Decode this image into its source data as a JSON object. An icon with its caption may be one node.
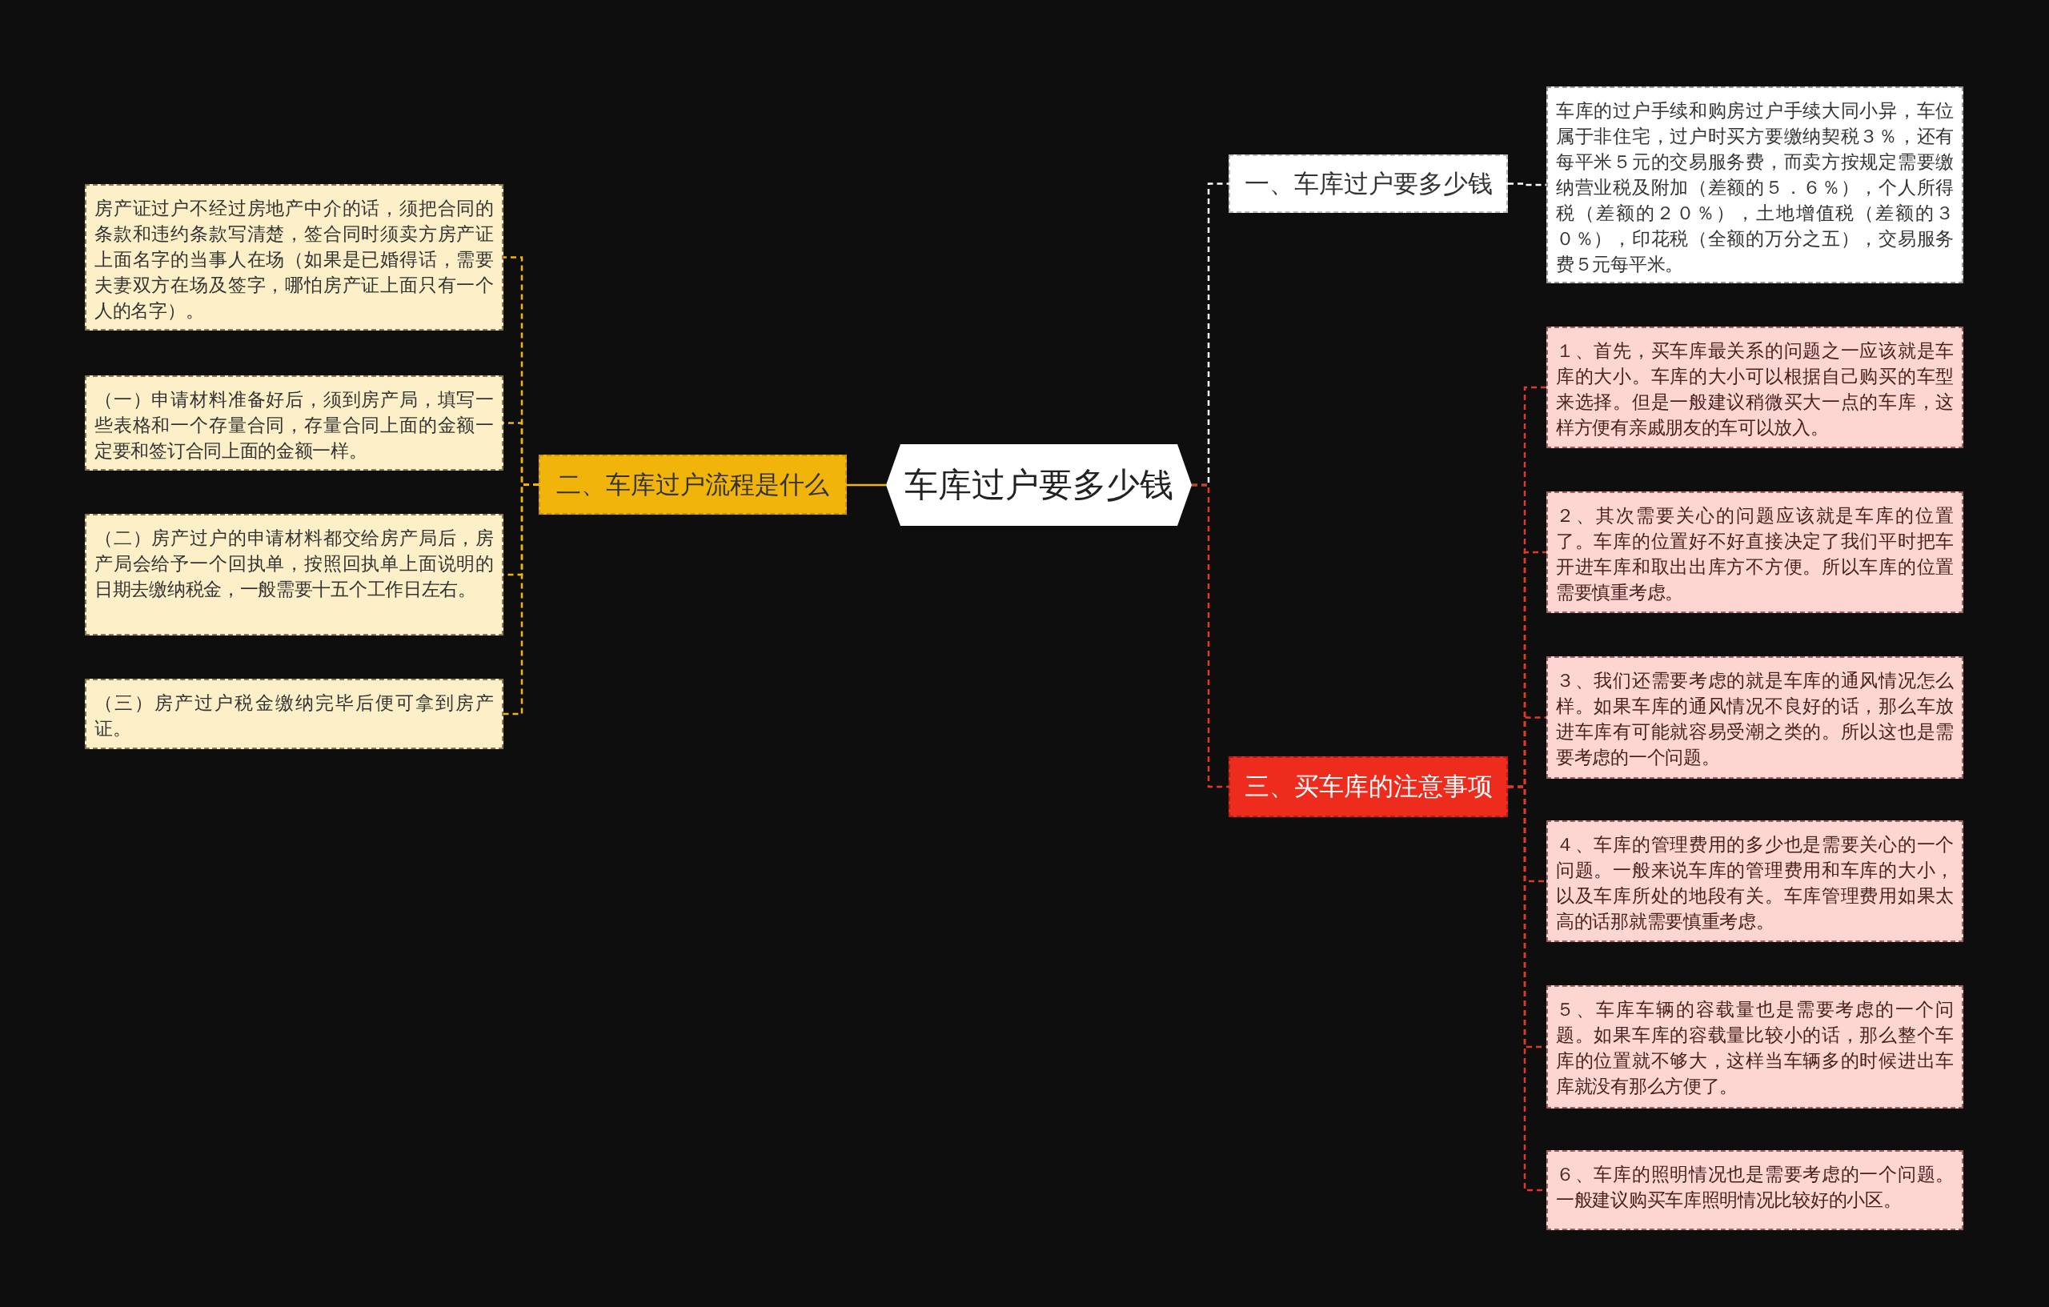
{
  "diagram": {
    "nodes": [
      {
        "text": [
          "车库过户要多少钱"
        ]
      },
      {
        "text": [
          "一、车库过户要多少钱"
        ]
      },
      {
        "text": [
          "车库的过户手续和购房过户手续大同小异，车位属于非住宅，过户时买方要缴纳契税３％，还有每平米５元的交易服务费，而卖方按规定需要缴纳营业税及附加（差额的５．６％），个人所得税（差额的２０％），土地增值税（差额的３０％），印花税（全额的万分之五），交易服务费５元每平米。"
        ]
      },
      {
        "text": [
          "二、车库过户流程是什么"
        ]
      },
      {
        "text": [
          "房产证过户不经过房地产中介的话，须把合同的条款和违约条款写清楚，签合同时须卖方房产证上面名字的当事人在场（如果是已婚得话，需要夫妻双方在场及签字，哪怕房产证上面只有一个人的名字）。"
        ]
      },
      {
        "text": [
          "（一）申请材料准备好后，须到房产局，填写一些表格和一个存量合同，存量合同上面的金额一定要和签订合同上面的金额一样。"
        ]
      },
      {
        "text": [
          "（二）房产过户的申请材料都交给房产局后，房产局会给予一个回执单，按照回执单上面说明的日期去缴纳税金，一般需要十五个工作日左右。"
        ]
      },
      {
        "text": [
          "（三）房产过户税金缴纳完毕后便可拿到房产证。"
        ]
      },
      {
        "text": [
          "三、买车库的注意事项"
        ]
      },
      {
        "text": [
          "１、首先，买车库最关系的问题之一应该就是车库的大小。车库的大小可以根据自己购买的车型来选择。但是一般建议稍微买大一点的车库，这样方便有亲戚朋友的车可以放入。"
        ]
      },
      {
        "text": [
          "２、其次需要关心的问题应该就是车库的位置了。车库的位置好不好直接决定了我们平时把车开进车库和取出出库方不方便。所以车库的位置需要慎重考虑。"
        ]
      },
      {
        "text": [
          "３、我们还需要考虑的就是车库的通风情况怎么样。如果车库的通风情况不良好的话，那么车放进车库有可能就容易受潮之类的。所以这也是需要考虑的一个问题。"
        ]
      },
      {
        "text": [
          "４、车库的管理费用的多少也是需要关心的一个问题。一般来说车库的管理费用和车库的大小，以及车库所处的地段有关。车库管理费用如果太高的话那就需要慎重考虑。"
        ]
      },
      {
        "text": [
          "５、车库车辆的容载量也是需要考虑的一个问题。如果车库的容载量比较小的话，那么整个车库的位置就不够大，这样当车辆多的时候进出车库就没有那么方便了。"
        ]
      },
      {
        "text": [
          "６、车库的照明情况也是需要考虑的一个问题。一般建议购买车库照明情况比较好的小区。"
        ]
      }
    ],
    "edges": [
      {
        "from": 0,
        "to": 1,
        "arrow": "none",
        "style": "dashed",
        "color": "#ffffff"
      },
      {
        "from": 1,
        "to": 2,
        "arrow": "none",
        "style": "dashed",
        "color": "#ffffff"
      },
      {
        "from": 0,
        "to": 3,
        "arrow": "none",
        "color": "#f0b40a"
      },
      {
        "from": 3,
        "to": 4,
        "arrow": "none",
        "style": "dashed",
        "color": "#f0b40a"
      },
      {
        "from": 3,
        "to": 5,
        "arrow": "none",
        "style": "dashed",
        "color": "#f0b40a"
      },
      {
        "from": 3,
        "to": 6,
        "arrow": "none",
        "style": "dashed",
        "color": "#f0b40a"
      },
      {
        "from": 3,
        "to": 7,
        "arrow": "none",
        "style": "dashed",
        "color": "#f0b40a"
      },
      {
        "from": 0,
        "to": 8,
        "arrow": "none",
        "style": "dashed"
      },
      {
        "from": 8,
        "to": 9,
        "arrow": "none",
        "style": "dashed"
      },
      {
        "from": 8,
        "to": 10,
        "arrow": "none",
        "style": "dashed"
      },
      {
        "from": 8,
        "to": 11,
        "arrow": "none",
        "style": "dashed"
      },
      {
        "from": 8,
        "to": 12,
        "arrow": "none",
        "style": "dashed"
      },
      {
        "from": 8,
        "to": 13,
        "arrow": "none",
        "style": "dashed"
      },
      {
        "from": 8,
        "to": 14,
        "arrow": "none",
        "style": "dashed"
      }
    ]
  }
}
